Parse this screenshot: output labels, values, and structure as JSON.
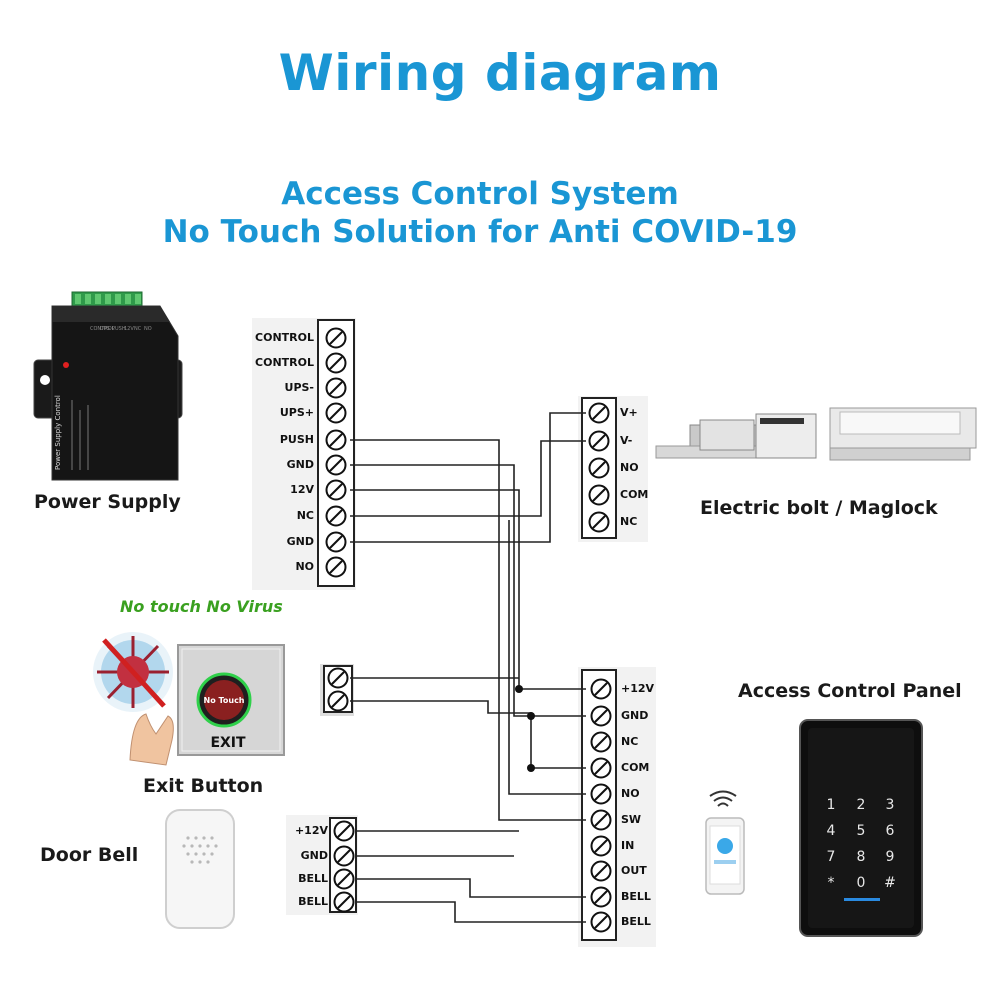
{
  "title": "Wiring diagram",
  "subtitle_line1": "Access Control System",
  "subtitle_line2": "No Touch Solution for Anti COVID-19",
  "components": {
    "power_supply": {
      "label": "Power Supply",
      "device_text": "Power Supply Control"
    },
    "lock": {
      "label": "Electric bolt / Maglock"
    },
    "exit_button": {
      "label": "Exit Button",
      "slogan": "No touch  No Virus",
      "button_text": "No Touch",
      "plate_text": "EXIT"
    },
    "door_bell": {
      "label": "Door Bell"
    },
    "access_panel": {
      "label": "Access Control Panel"
    }
  },
  "psu_terminals": [
    "CONTROL",
    "CONTROL",
    "UPS-",
    "UPS+",
    "PUSH",
    "GND",
    "12V",
    "NC",
    "GND",
    "NO"
  ],
  "lock_terminals": [
    "V+",
    "V-",
    "NO",
    "COM",
    "NC"
  ],
  "panel_terminals": [
    "+12V",
    "GND",
    "NC",
    "COM",
    "NO",
    "SW",
    "IN",
    "OUT",
    "BELL",
    "BELL"
  ],
  "bell_terminals": [
    "+12V",
    "GND",
    "BELL",
    "BELL"
  ],
  "keypad": [
    "1",
    "2",
    "3",
    "4",
    "5",
    "6",
    "7",
    "8",
    "9",
    "*",
    "0",
    "#"
  ]
}
